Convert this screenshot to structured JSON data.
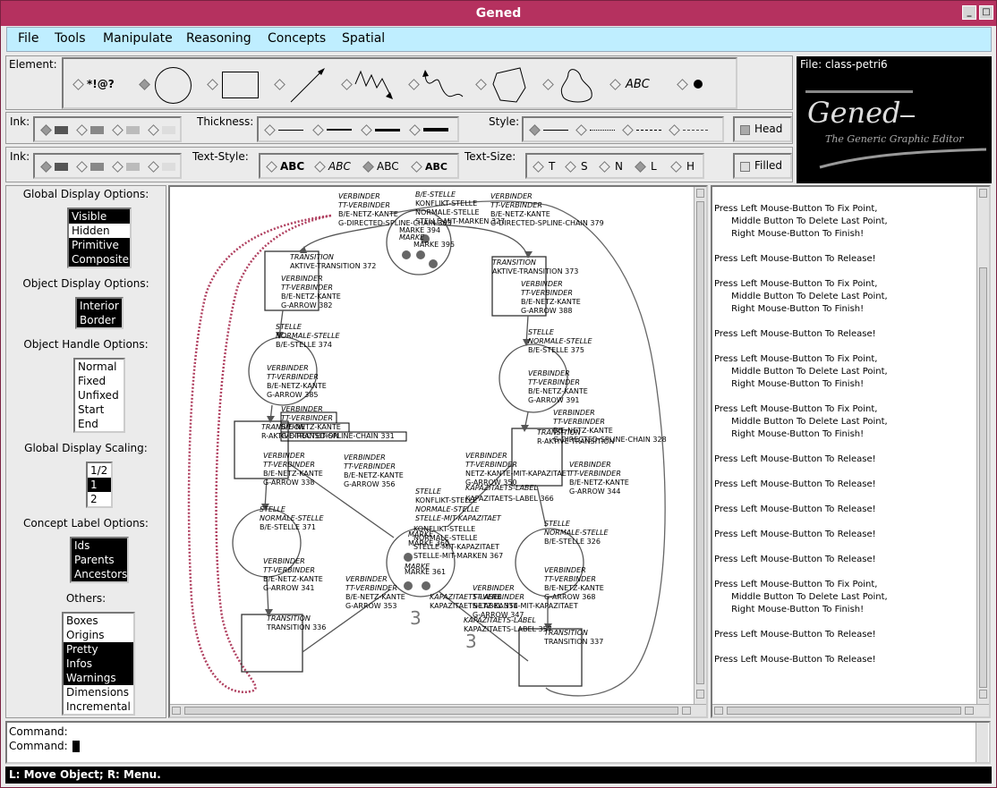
{
  "window": {
    "title": "Gened"
  },
  "menu": [
    "File",
    "Tools",
    "Manipulate",
    "Reasoning",
    "Concepts",
    "Spatial"
  ],
  "toolbar": {
    "element_label": "Element:",
    "element_text_symbol": "*!@?",
    "element_abc": "ABC",
    "ink_label": "Ink:",
    "thickness_label": "Thickness:",
    "style_label": "Style:",
    "head_label": "Head",
    "ink2_label": "Ink:",
    "text_style_label": "Text-Style:",
    "text_styles": [
      "ABC",
      "ABC",
      "ABC",
      "ABC"
    ],
    "text_size_label": "Text-Size:",
    "text_sizes": [
      "T",
      "S",
      "N",
      "L",
      "H"
    ],
    "filled_label": "Filled"
  },
  "logo": {
    "file": "File: class-petri6",
    "name": "Gened",
    "subtitle": "The Generic Graphic Editor"
  },
  "left": {
    "global_display": {
      "title": "Global Display Options:",
      "items": [
        "Visible",
        "Hidden",
        "Primitive",
        "Composite"
      ]
    },
    "object_display": {
      "title": "Object Display Options:",
      "items": [
        "Interior",
        "Border"
      ]
    },
    "object_handle": {
      "title": "Object Handle Options:",
      "items": [
        "Normal",
        "Fixed",
        "Unfixed",
        "Start",
        "End"
      ]
    },
    "scaling": {
      "title": "Global Display Scaling:",
      "items": [
        "1/2",
        "1",
        "2"
      ]
    },
    "concept_label": {
      "title": "Concept Label Options:",
      "items": [
        "Ids",
        "Parents",
        "Ancestors"
      ]
    },
    "others": {
      "title": "Others:",
      "items": [
        "Boxes",
        "Origins",
        "Pretty",
        "Infos",
        "Warnings",
        "Dimensions",
        "Incremental"
      ]
    }
  },
  "canvas": {
    "labels": [
      "VERBINDER",
      "TT-VERBINDER",
      "B/E-NETZ-KANTE",
      "G-DIRECTED-SPLINE-CHAIN 363",
      "B/E-STELLE",
      "KONFLIKT-STELLE",
      "NORMALE-STELLE",
      "STELLE-MIT-MARKEN 327",
      "MARKE 394",
      "MARKE",
      "MARKE 395",
      "VERBINDER",
      "TT-VERBINDER",
      "B/E-NETZ-KANTE",
      "G-DIRECTED-SPLINE-CHAIN 379",
      "TRANSITION",
      "AKTIVE-TRANSITION 372",
      "TRANSITION",
      "AKTIVE-TRANSITION 373",
      "VERBINDER",
      "TT-VERBINDER",
      "B/E-NETZ-KANTE",
      "G-ARROW 382",
      "VERBINDER",
      "TT-VERBINDER",
      "B/E-NETZ-KANTE",
      "G-ARROW 388",
      "STELLE",
      "NORMALE-STELLE",
      "B/E-STELLE 374",
      "STELLE",
      "NORMALE-STELLE",
      "B/E-STELLE 375",
      "VERBINDER",
      "TT-VERBINDER",
      "B/E-NETZ-KANTE",
      "G-ARROW 385",
      "VERBINDER",
      "TT-VERBINDER",
      "B/E-NETZ-KANTE",
      "G-ARROW 391",
      "VERBINDER",
      "TT-VERBINDER",
      "B/E-NETZ-KANTE",
      "G-DIRECTED-SPLINE-CHAIN 331",
      "TRANSITION",
      "R-AKTIVE-TRANSITION",
      "VERBINDER",
      "TT-VERBINDER",
      "B/E-NETZ-KANTE",
      "G-DIRECTED-SPLINE-CHAIN 328",
      "TRANSITION",
      "R-AKTIVE-TRANSITION",
      "VERBINDER",
      "TT-VERBINDER",
      "B/E-NETZ-KANTE",
      "G-ARROW 338",
      "VERBINDER",
      "TT-VERBINDER",
      "B/E-NETZ-KANTE",
      "G-ARROW 356",
      "VERBINDER",
      "TT-VERBINDER",
      "NETZ-KANTE-MIT-KAPAZITAET",
      "G-ARROW 350",
      "VERBINDER",
      "TT-VERBINDER",
      "B/E-NETZ-KANTE",
      "G-ARROW 344",
      "STELLE",
      "KONFLIKT-STELLE",
      "NORMALE-STELLE",
      "STELLE-MIT-KAPAZITAET",
      "KAPAZITAETS-LABEL",
      "KAPAZITAETS-LABEL 366",
      "STELLE",
      "NORMALE-STELLE",
      "B/E-STELLE 371",
      "KONFLIKT-STELLE",
      "NORMALE-STELLE",
      "STELLE-MIT-KAPAZITAET",
      "STELLE-MIT-MARKEN 367",
      "MARKE",
      "MARKE 360",
      "MARKE",
      "MARKE 361",
      "STELLE",
      "NORMALE-STELLE",
      "B/E-STELLE 326",
      "VERBINDER",
      "TT-VERBINDER",
      "B/E-NETZ-KANTE",
      "G-ARROW 341",
      "VERBINDER",
      "TT-VERBINDER",
      "B/E-NETZ-KANTE",
      "G-ARROW 368",
      "VERBINDER",
      "TT-VERBINDER",
      "B/E-NETZ-KANTE",
      "G-ARROW 353",
      "KAPAZITAETS-LABEL",
      "KAPAZITAETS-LABEL 354",
      "VERBINDER",
      "TT-VERBINDER",
      "NETZ-KANTE-MIT-KAPAZITAET",
      "G-ARROW 347",
      "KAPAZITAETS-LABEL",
      "KAPAZITAETS-LABEL 357",
      "TRANSITION",
      "TRANSITION 336",
      "TRANSITION",
      "TRANSITION 337"
    ],
    "capacity_a": "3",
    "capacity_b": "3"
  },
  "messages": [
    "Press Left Mouse-Button To Fix Point,\n      Middle Button To Delete Last Point,\n      Right Mouse-Button To Finish!",
    "Press Left Mouse-Button To Release!",
    "Press Left Mouse-Button To Fix Point,\n      Middle Button To Delete Last Point,\n      Right Mouse-Button To Finish!",
    "Press Left Mouse-Button To Release!",
    "Press Left Mouse-Button To Fix Point,\n      Middle Button To Delete Last Point,\n      Right Mouse-Button To Finish!",
    "Press Left Mouse-Button To Fix Point,\n      Middle Button To Delete Last Point,\n      Right Mouse-Button To Finish!",
    "Press Left Mouse-Button To Release!",
    "Press Left Mouse-Button To Release!",
    "Press Left Mouse-Button To Release!",
    "Press Left Mouse-Button To Release!",
    "Press Left Mouse-Button To Release!",
    "Press Left Mouse-Button To Fix Point,\n      Middle Button To Delete Last Point,\n      Right Mouse-Button To Finish!",
    "Press Left Mouse-Button To Release!",
    "Press Left Mouse-Button To Release!"
  ],
  "command": {
    "line1": "Command:",
    "line2": "Command:"
  },
  "status": "L: Move Object; R: Menu."
}
